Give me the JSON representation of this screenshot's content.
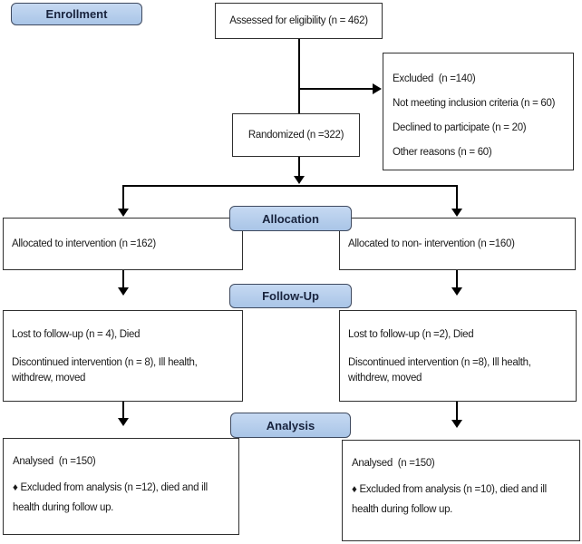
{
  "badges": {
    "enrollment": "Enrollment",
    "allocation": "Allocation",
    "follow_up": "Follow-Up",
    "analysis": "Analysis"
  },
  "boxes": {
    "assessed": {
      "text": "Assessed for eligibility (n = 462)"
    },
    "excluded": {
      "lines": [
        "Excluded  (n =140)",
        "Not meeting inclusion criteria (n = 60)",
        "Declined to participate (n = 20)",
        "Other reasons (n = 60)"
      ]
    },
    "randomized": {
      "text": "Randomized (n =322)"
    },
    "allocation_intervention": {
      "text": "Allocated to intervention (n =162)"
    },
    "allocation_non_intervention": {
      "text": "Allocated to non- intervention (n =160)"
    },
    "followup_intervention": {
      "lines": [
        "Lost to follow-up (n = 4), Died",
        "Discontinued intervention (n = 8), Ill health,",
        "withdrew, moved"
      ]
    },
    "followup_non_intervention": {
      "lines": [
        "Lost to follow-up (n =2), Died",
        "Discontinued intervention (n =8), Ill health,",
        "withdrew, moved"
      ]
    },
    "analysis_intervention": {
      "lines": [
        "Analysed  (n =150)",
        "♦ Excluded from analysis (n =12), died and ill",
        "health during follow up."
      ]
    },
    "analysis_non_intervention": {
      "lines": [
        "Analysed  (n =150)",
        "♦ Excluded from analysis (n =10), died and ill",
        "health during follow up."
      ]
    }
  },
  "colors": {
    "badge_fill": "#a9c5e7",
    "badge_border": "#3f4a5f",
    "badge_text": "#18233d",
    "box_border": "#2f2f2f",
    "arrow": "#000000",
    "background": "#ffffff"
  }
}
